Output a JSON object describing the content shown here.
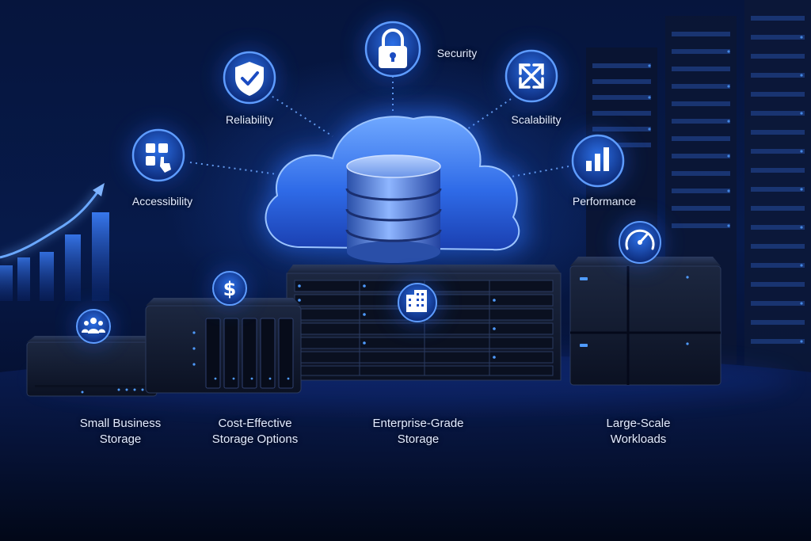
{
  "features": {
    "security": "Security",
    "reliability": "Reliability",
    "scalability": "Scalability",
    "accessibility": "Accessibility",
    "performance": "Performance"
  },
  "products": {
    "small_business": {
      "line1": "Small Business",
      "line2": "Storage"
    },
    "cost_effective": {
      "line1": "Cost-Effective",
      "line2": "Storage Options"
    },
    "enterprise": {
      "line1": "Enterprise-Grade",
      "line2": "Storage"
    },
    "large_scale": {
      "line1": "Large-Scale",
      "line2": "Workloads"
    }
  },
  "icons": {
    "security": "lock-icon",
    "reliability": "shield-check-icon",
    "scalability": "expand-arrows-icon",
    "accessibility": "touch-grid-icon",
    "performance": "bar-chart-icon",
    "small_business": "users-icon",
    "cost_effective": "dollar-icon",
    "enterprise": "building-icon",
    "large_scale": "speedometer-icon"
  },
  "colors": {
    "background": "#050f2e",
    "glow": "#3d8bff",
    "accent": "#5aa0ff",
    "text": "#e4ecff"
  }
}
